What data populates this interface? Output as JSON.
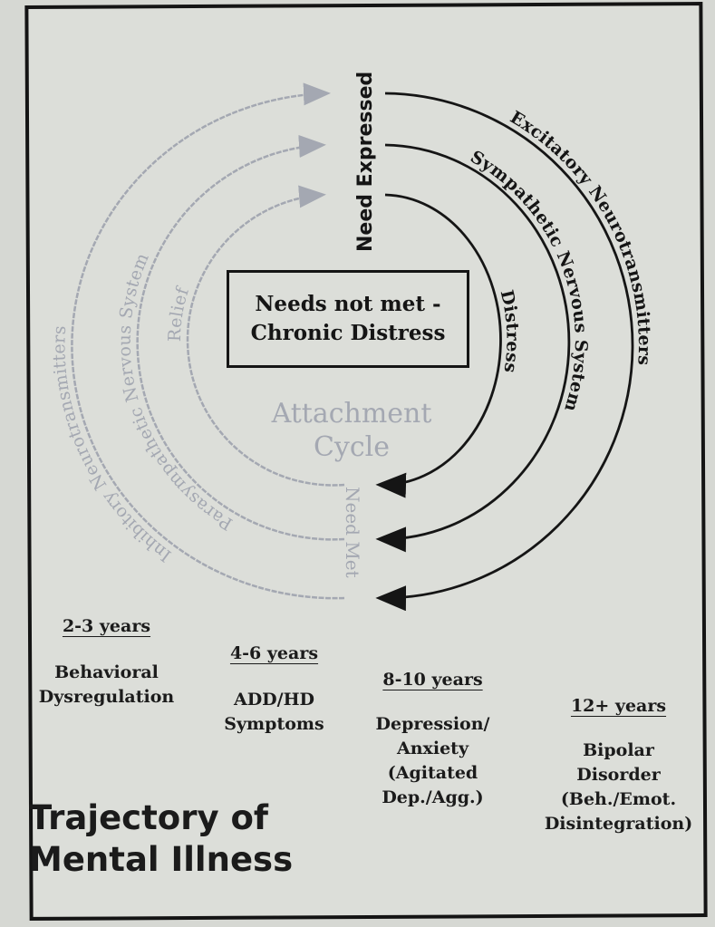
{
  "cycle": {
    "center_label_line1": "Attachment",
    "center_label_line2": "Cycle",
    "top_label": "Need Expressed",
    "bottom_label": "Need Met",
    "right_arcs": [
      "Distress",
      "Sympathetic Nervous System",
      "Excitatory Neurotransmitters"
    ],
    "left_arcs": [
      "Relief",
      "Parasympathetic Nervous System",
      "Inhibitory Neurotransmitters"
    ]
  },
  "box": {
    "line1": "Needs not met -",
    "line2": "Chronic Distress"
  },
  "stages": [
    {
      "age": "2-3 years",
      "lines": [
        "Behavioral",
        "Dysregulation"
      ]
    },
    {
      "age": "4-6 years",
      "lines": [
        "ADD/HD",
        "Symptoms"
      ]
    },
    {
      "age": "8-10 years",
      "lines": [
        "Depression/",
        "Anxiety",
        "(Agitated",
        "Dep./Agg.)"
      ]
    },
    {
      "age": "12+ years",
      "lines": [
        "Bipolar",
        "Disorder",
        "(Beh./Emot.",
        "Disintegration)"
      ]
    }
  ],
  "title": {
    "line1": "Trajectory of",
    "line2": "Mental Illness"
  },
  "colors": {
    "ink": "#151515",
    "faded": "#a4a8b2"
  }
}
